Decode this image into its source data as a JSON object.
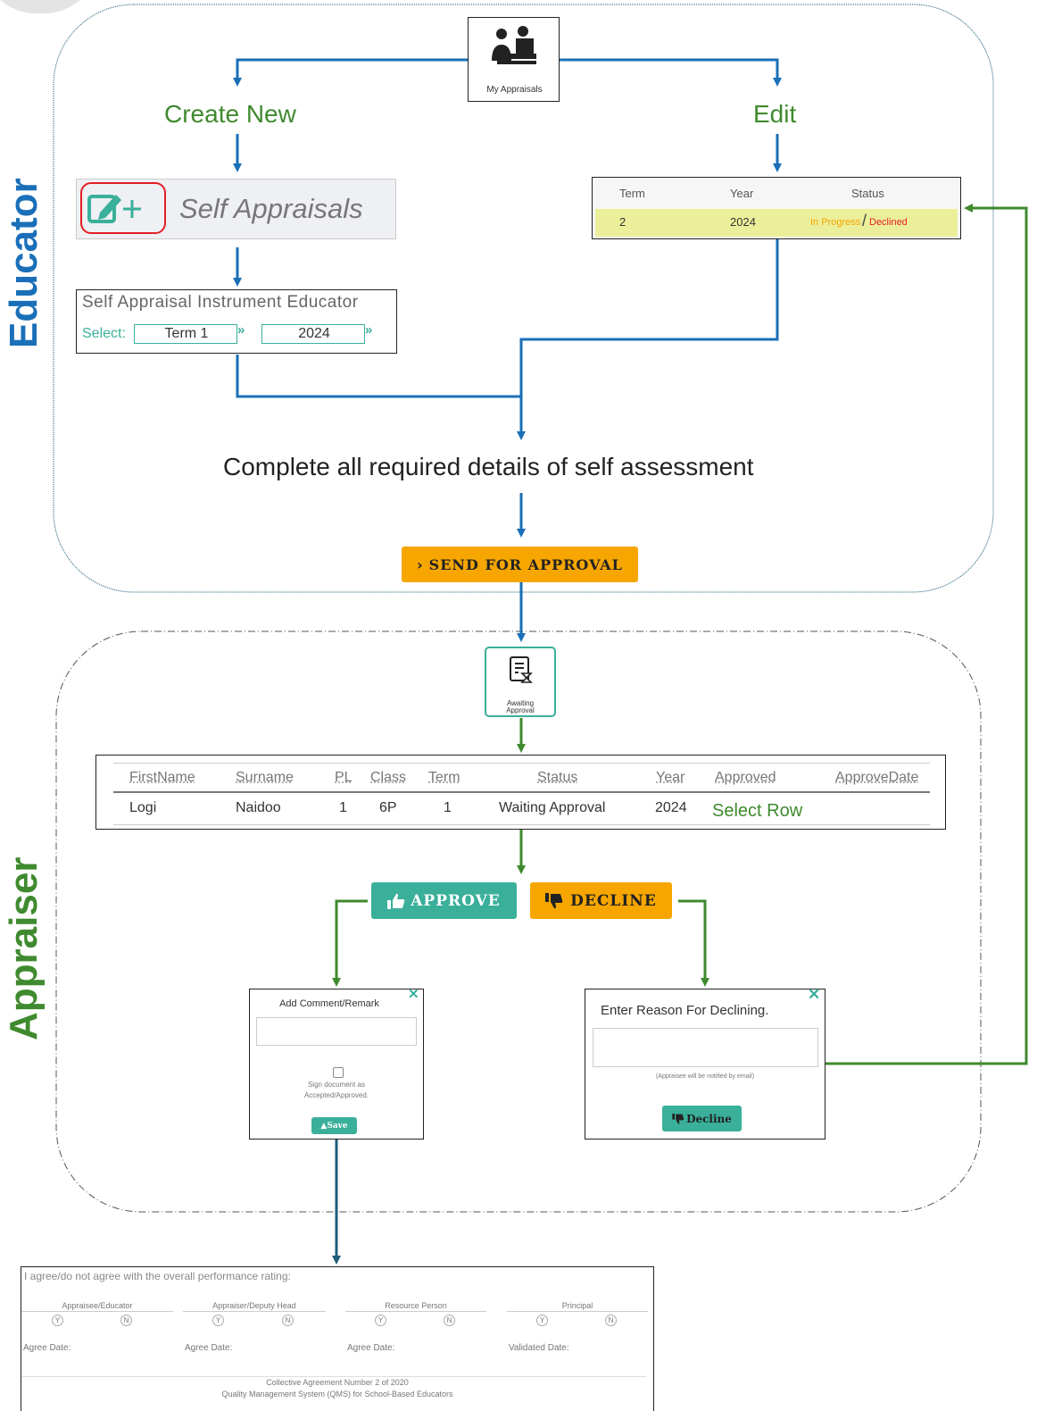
{
  "lanes": {
    "educator": "Educator",
    "appraiser": "Appraiser"
  },
  "my_appraisals": {
    "label": "My Appraisals"
  },
  "create_new": "Create New",
  "edit": "Edit",
  "self_appraisals_button": {
    "label": "Self Appraisals"
  },
  "edit_table": {
    "headers": [
      "Term",
      "Year",
      "Status"
    ],
    "row": {
      "term": "2",
      "year": "2024",
      "status_in_progress": "In Progress",
      "status_declined": "Declined"
    }
  },
  "instrument": {
    "title": "Self Appraisal Instrument Educator",
    "select_label": "Select:",
    "term_value": "Term 1",
    "year_value": "2024"
  },
  "complete_text": "Complete all required details of self assessment",
  "send_button": {
    "label": "SEND FOR APPROVAL"
  },
  "awaiting": {
    "line1": "Awaiting",
    "line2": "Approval"
  },
  "approval_table": {
    "headers": [
      "FirstName",
      "Surname",
      "PL",
      "Class",
      "Term",
      "Status",
      "Year",
      "Approved",
      "ApproveDate"
    ],
    "row": [
      "Logi",
      "Naidoo",
      "1",
      "6P",
      "1",
      "Waiting Approval",
      "2024"
    ],
    "select_row": "Select Row"
  },
  "approve_button": {
    "label": "APPROVE"
  },
  "decline_button": {
    "label": "DECLINE"
  },
  "approve_dialog": {
    "title": "Add Comment/Remark",
    "sign_text_1": "Sign document as",
    "sign_text_2": "Accepted/Approved.",
    "save": "Save"
  },
  "decline_dialog": {
    "title": "Enter Reason For Declining.",
    "note": "(Appraisee will be notified by email)",
    "decline": "Decline"
  },
  "agreement": {
    "question": "I agree/do not agree with the overall performance rating:",
    "columns": [
      {
        "role": "Appraisee/Educator",
        "date_label": "Agree Date:"
      },
      {
        "role": "Appraiser/Deputy Head",
        "date_label": "Agree Date:"
      },
      {
        "role": "Resource Person",
        "date_label": "Agree Date:"
      },
      {
        "role": "Principal",
        "date_label": "Validated Date:"
      }
    ],
    "yes": "Y",
    "no": "N",
    "footer1": "Collective Agreement Number 2 of 2020",
    "footer2": "Quality Management System (QMS) for School-Based Educators"
  },
  "colors": {
    "blue": "#1a6fb8",
    "green": "#3f8a2e",
    "teal": "#3aaf9a",
    "orange": "#f7a600",
    "dark_teal": "#1e5d7a"
  }
}
